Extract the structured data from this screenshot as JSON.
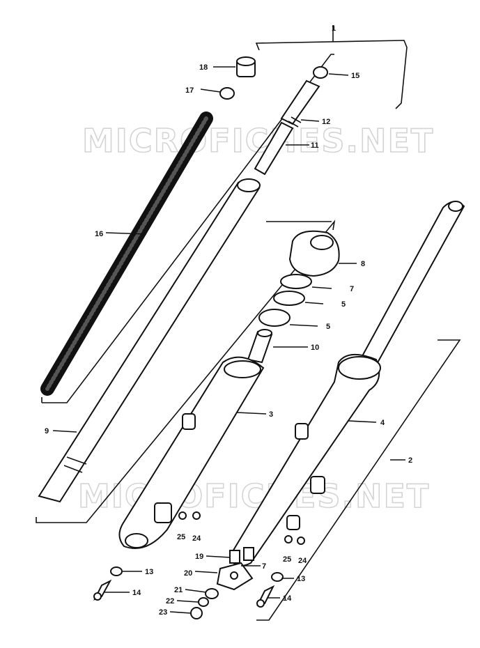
{
  "watermark": "MICROFICHES.NET",
  "callouts": [
    {
      "id": "c1",
      "text": "1"
    },
    {
      "id": "c18",
      "text": "18"
    },
    {
      "id": "c17",
      "text": "17"
    },
    {
      "id": "c15",
      "text": "15"
    },
    {
      "id": "c12",
      "text": "12"
    },
    {
      "id": "c11",
      "text": "11"
    },
    {
      "id": "c16",
      "text": "16"
    },
    {
      "id": "c8",
      "text": "8"
    },
    {
      "id": "c7a",
      "text": "7"
    },
    {
      "id": "c5a",
      "text": "5"
    },
    {
      "id": "c5b",
      "text": "5"
    },
    {
      "id": "c10",
      "text": "10"
    },
    {
      "id": "c3",
      "text": "3"
    },
    {
      "id": "c4",
      "text": "4"
    },
    {
      "id": "c2",
      "text": "2"
    },
    {
      "id": "c9",
      "text": "9"
    },
    {
      "id": "c25a",
      "text": "25"
    },
    {
      "id": "c24a",
      "text": "24"
    },
    {
      "id": "c13a",
      "text": "13"
    },
    {
      "id": "c14a",
      "text": "14"
    },
    {
      "id": "c19",
      "text": "19"
    },
    {
      "id": "c25b",
      "text": "25"
    },
    {
      "id": "c24b",
      "text": "24"
    },
    {
      "id": "c20",
      "text": "20"
    },
    {
      "id": "c7b",
      "text": "7"
    },
    {
      "id": "c13b",
      "text": "13"
    },
    {
      "id": "c21",
      "text": "21"
    },
    {
      "id": "c22",
      "text": "22"
    },
    {
      "id": "c23",
      "text": "23"
    },
    {
      "id": "c14b",
      "text": "14"
    }
  ]
}
